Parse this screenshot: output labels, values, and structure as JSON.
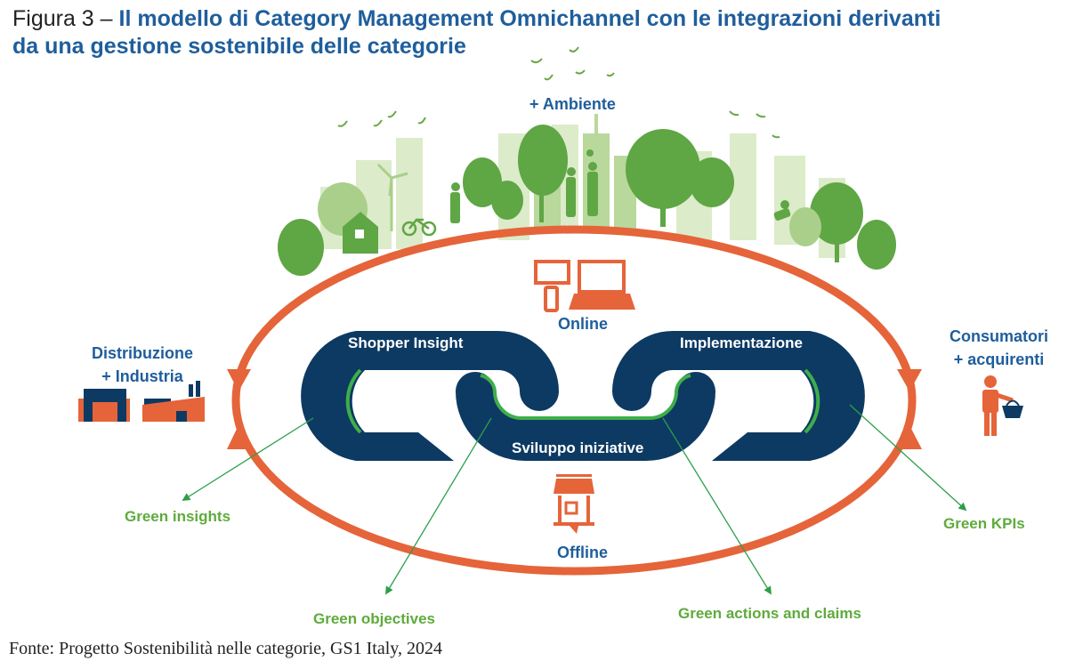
{
  "figure": {
    "prefix": "Figura 3 – ",
    "title_line1": "Il modello di Category Management Omnichannel con le integrazioni derivanti",
    "title_line2": "da una gestione sostenibile delle categorie"
  },
  "nodes": {
    "top": "+ Ambiente",
    "left_line1": "Distribuzione",
    "left_line2": "+ Industria",
    "right_line1": "Consumatori",
    "right_line2": "+ acquirenti",
    "online": "Online",
    "offline": "Offline"
  },
  "chain_links": [
    {
      "label": "Shopper Insight"
    },
    {
      "label": "Sviluppo iniziative"
    },
    {
      "label": "Implementazione"
    }
  ],
  "green_outputs": [
    {
      "label": "Green insights"
    },
    {
      "label": "Green objectives"
    },
    {
      "label": "Green actions and claims"
    },
    {
      "label": "Green KPIs"
    }
  ],
  "colors": {
    "title_blue": "#1f5e9b",
    "chain_navy": "#0d3a63",
    "loop_orange": "#e5643a",
    "accent_green": "#5eab3c",
    "line_green": "#2e9e4a"
  },
  "source": "Fonte: Progetto Sostenibilità nelle categorie, GS1 Italy, 2024"
}
